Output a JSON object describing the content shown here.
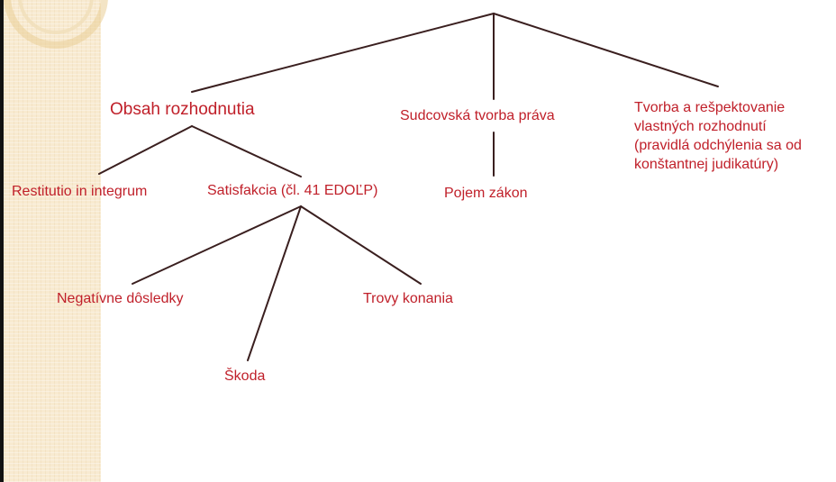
{
  "diagram": {
    "nodes": {
      "obsah": "Obsah rozhodnutia",
      "sudcovska": "Sudcovská tvorba práva",
      "tvorba": [
        "Tvorba a rešpektovanie",
        "vlastných rozhodnutí",
        "(pravidlá odchýlenia sa od",
        "konštantnej judikatúry)"
      ],
      "restitutio": "Restitutio in integrum",
      "satisfakcia": "Satisfakcia (čl. 41 EDOĽP)",
      "pojem": "Pojem zákon",
      "negativne": "Negatívne dôsledky",
      "trovy": "Trovy konania",
      "skoda": "Škoda"
    },
    "edges": [
      [
        "root",
        "obsah"
      ],
      [
        "root",
        "sudcovska"
      ],
      [
        "root",
        "tvorba"
      ],
      [
        "obsah",
        "restitutio"
      ],
      [
        "obsah",
        "satisfakcia"
      ],
      [
        "sudcovska",
        "pojem"
      ],
      [
        "satisfakcia",
        "negativne"
      ],
      [
        "satisfakcia",
        "skoda"
      ],
      [
        "satisfakcia",
        "trovy"
      ]
    ],
    "colors": {
      "text": "#c0202a",
      "line": "#3a1f1f",
      "band": "#f8ead0"
    }
  }
}
